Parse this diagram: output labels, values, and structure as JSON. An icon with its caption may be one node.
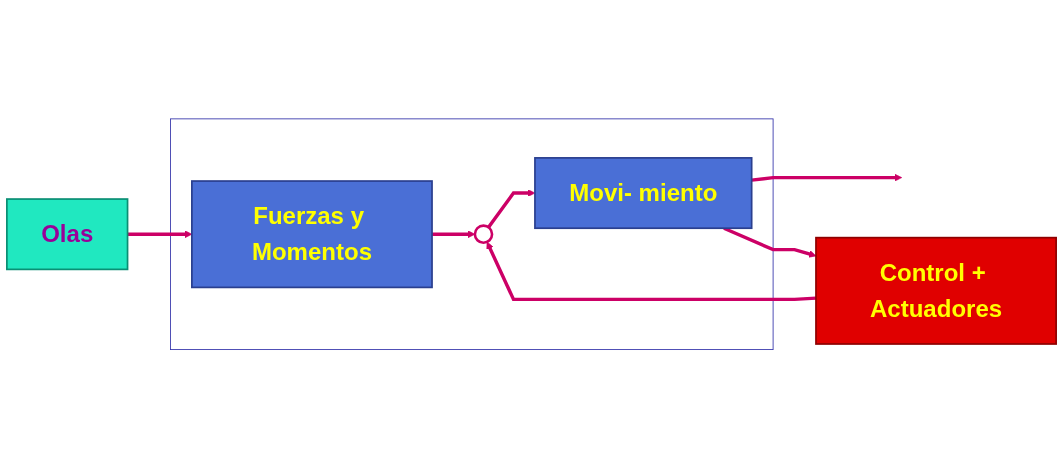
{
  "diagram": {
    "nodes": [
      {
        "text": [
          "Olas"
        ]
      },
      {
        "text": [],
        "shape": "box"
      },
      {
        "text": [
          "Fuerzas y Momentos"
        ],
        "in": 1
      },
      {
        "text": [],
        "shape": "circle",
        "in": 1
      },
      {
        "text": [
          "Movi- miento"
        ],
        "in": 1
      },
      {
        "text": [
          "Control + Actuadores"
        ]
      }
    ],
    "edges": [
      {
        "from": 0,
        "to": 2,
        "arrow": "to"
      },
      {
        "from": 2,
        "to": 3,
        "arrow": "to"
      },
      {
        "from": 3,
        "to": 4,
        "arrow": "to"
      },
      {
        "from": 4,
        "to": null,
        "arrow": "to"
      },
      {
        "from": 4,
        "to": 5,
        "arrow": "to"
      },
      {
        "from": 5,
        "to": 3,
        "arrow": "to"
      }
    ]
  }
}
